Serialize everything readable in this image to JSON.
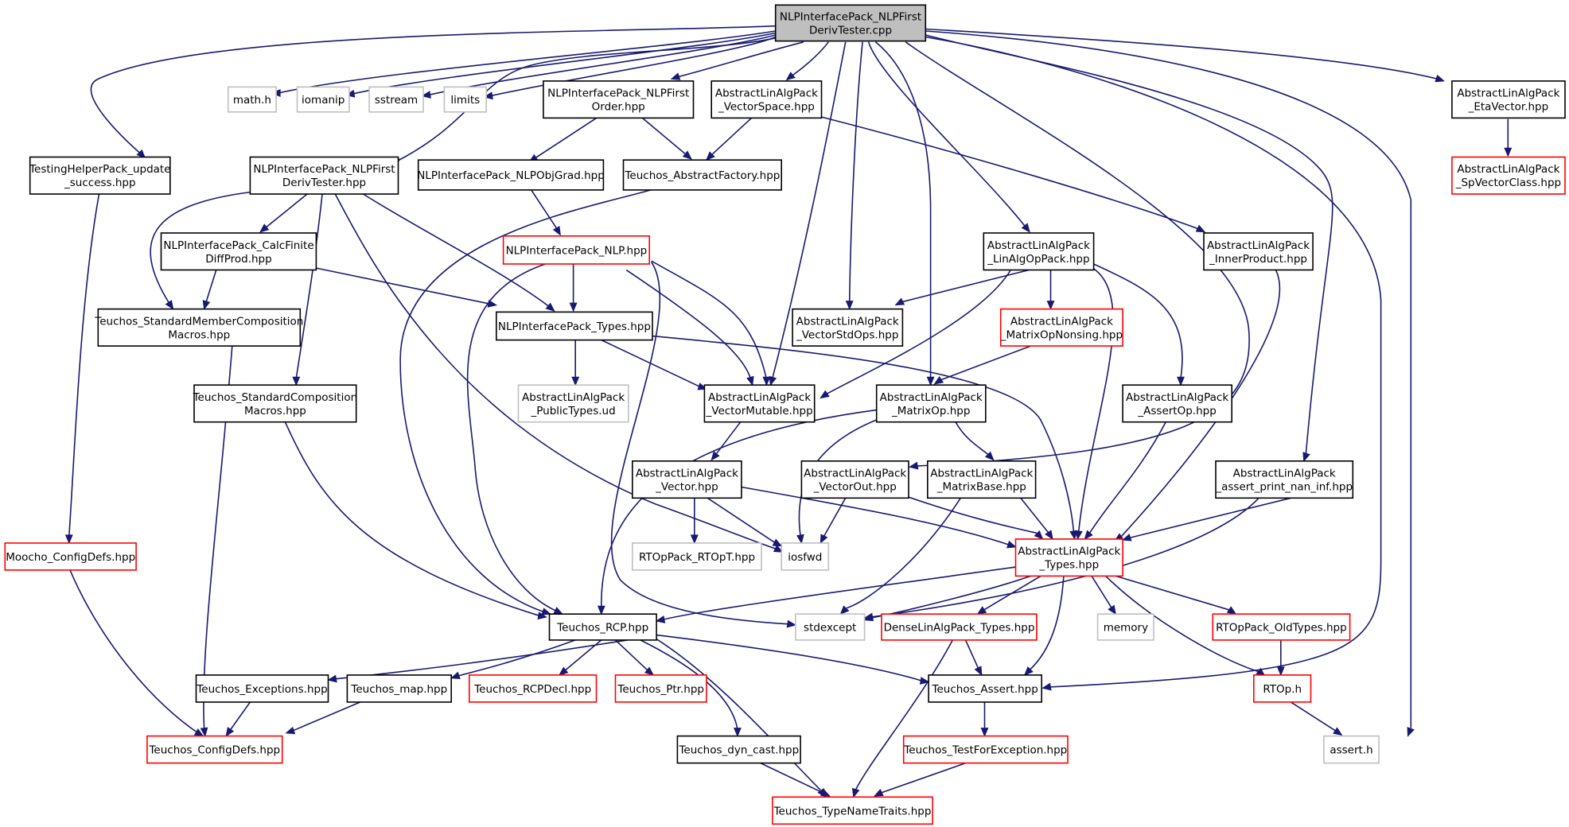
{
  "nodes": {
    "root": {
      "lines": [
        "NLPInterfacePack_NLPFirst",
        "DerivTester.cpp"
      ],
      "style": "root"
    },
    "math": {
      "lines": [
        "math.h"
      ],
      "style": "gray"
    },
    "iomanip": {
      "lines": [
        "iomanip"
      ],
      "style": "gray"
    },
    "sstream": {
      "lines": [
        "sstream"
      ],
      "style": "gray"
    },
    "limits": {
      "lines": [
        "limits"
      ],
      "style": "gray"
    },
    "order": {
      "lines": [
        "NLPInterfacePack_NLPFirst",
        "Order.hpp"
      ],
      "style": "black"
    },
    "vspace": {
      "lines": [
        "AbstractLinAlgPack",
        "_VectorSpace.hpp"
      ],
      "style": "black"
    },
    "eta": {
      "lines": [
        "AbstractLinAlgPack",
        "_EtaVector.hpp"
      ],
      "style": "black"
    },
    "spvec": {
      "lines": [
        "AbstractLinAlgPack",
        "_SpVectorClass.hpp"
      ],
      "style": "red"
    },
    "testing": {
      "lines": [
        "TestingHelperPack_update",
        "_success.hpp"
      ],
      "style": "black"
    },
    "fdt": {
      "lines": [
        "NLPInterfacePack_NLPFirst",
        "DerivTester.hpp"
      ],
      "style": "black"
    },
    "objgrad": {
      "lines": [
        "NLPInterfacePack_NLPObjGrad.hpp"
      ],
      "style": "black"
    },
    "absfact": {
      "lines": [
        "Teuchos_AbstractFactory.hpp"
      ],
      "style": "black"
    },
    "calcfd": {
      "lines": [
        "NLPInterfacePack_CalcFinite",
        "DiffProd.hpp"
      ],
      "style": "black"
    },
    "nlp": {
      "lines": [
        "NLPInterfacePack_NLP.hpp"
      ],
      "style": "red"
    },
    "linalgop": {
      "lines": [
        "AbstractLinAlgPack",
        "_LinAlgOpPack.hpp"
      ],
      "style": "black"
    },
    "inner": {
      "lines": [
        "AbstractLinAlgPack",
        "_InnerProduct.hpp"
      ],
      "style": "black"
    },
    "smcm": {
      "lines": [
        "Teuchos_StandardMemberComposition",
        "Macros.hpp"
      ],
      "style": "black"
    },
    "nlptypes": {
      "lines": [
        "NLPInterfacePack_Types.hpp"
      ],
      "style": "black"
    },
    "vstdops": {
      "lines": [
        "AbstractLinAlgPack",
        "_VectorStdOps.hpp"
      ],
      "style": "black"
    },
    "mopnons": {
      "lines": [
        "AbstractLinAlgPack",
        "_MatrixOpNonsing.hpp"
      ],
      "style": "red"
    },
    "scm": {
      "lines": [
        "Teuchos_StandardComposition",
        "Macros.hpp"
      ],
      "style": "black"
    },
    "pubtypes": {
      "lines": [
        "AbstractLinAlgPack",
        "_PublicTypes.ud"
      ],
      "style": "gray"
    },
    "vmut": {
      "lines": [
        "AbstractLinAlgPack",
        "_VectorMutable.hpp"
      ],
      "style": "black"
    },
    "mop": {
      "lines": [
        "AbstractLinAlgPack",
        "_MatrixOp.hpp"
      ],
      "style": "black"
    },
    "assertop": {
      "lines": [
        "AbstractLinAlgPack",
        "_AssertOp.hpp"
      ],
      "style": "black"
    },
    "vector": {
      "lines": [
        "AbstractLinAlgPack",
        "_Vector.hpp"
      ],
      "style": "black"
    },
    "vout": {
      "lines": [
        "AbstractLinAlgPack",
        "_VectorOut.hpp"
      ],
      "style": "black"
    },
    "mbase": {
      "lines": [
        "AbstractLinAlgPack",
        "_MatrixBase.hpp"
      ],
      "style": "black"
    },
    "apni": {
      "lines": [
        "AbstractLinAlgPack",
        "_assert_print_nan_inf.hpp"
      ],
      "style": "black"
    },
    "moocho": {
      "lines": [
        "Moocho_ConfigDefs.hpp"
      ],
      "style": "red"
    },
    "rtopt": {
      "lines": [
        "RTOpPack_RTOpT.hpp"
      ],
      "style": "gray"
    },
    "iosfwd": {
      "lines": [
        "iosfwd"
      ],
      "style": "gray"
    },
    "altypes": {
      "lines": [
        "AbstractLinAlgPack",
        "_Types.hpp"
      ],
      "style": "red"
    },
    "rcp": {
      "lines": [
        "Teuchos_RCP.hpp"
      ],
      "style": "black"
    },
    "stdexcept": {
      "lines": [
        "stdexcept"
      ],
      "style": "gray"
    },
    "dense": {
      "lines": [
        "DenseLinAlgPack_Types.hpp"
      ],
      "style": "red"
    },
    "memory": {
      "lines": [
        "memory"
      ],
      "style": "gray"
    },
    "oldtypes": {
      "lines": [
        "RTOpPack_OldTypes.hpp"
      ],
      "style": "red"
    },
    "exc": {
      "lines": [
        "Teuchos_Exceptions.hpp"
      ],
      "style": "black"
    },
    "map": {
      "lines": [
        "Teuchos_map.hpp"
      ],
      "style": "black"
    },
    "rcpdecl": {
      "lines": [
        "Teuchos_RCPDecl.hpp"
      ],
      "style": "red"
    },
    "ptr": {
      "lines": [
        "Teuchos_Ptr.hpp"
      ],
      "style": "red"
    },
    "assert": {
      "lines": [
        "Teuchos_Assert.hpp"
      ],
      "style": "black"
    },
    "rtoph": {
      "lines": [
        "RTOp.h"
      ],
      "style": "red"
    },
    "confdefs": {
      "lines": [
        "Teuchos_ConfigDefs.hpp"
      ],
      "style": "red"
    },
    "dyncast": {
      "lines": [
        "Teuchos_dyn_cast.hpp"
      ],
      "style": "black"
    },
    "tfe": {
      "lines": [
        "Teuchos_TestForException.hpp"
      ],
      "style": "red"
    },
    "asserth": {
      "lines": [
        "assert.h"
      ],
      "style": "gray"
    },
    "tnt": {
      "lines": [
        "Teuchos_TypeNameTraits.hpp"
      ],
      "style": "red"
    }
  },
  "colors": {
    "edge": "#191970",
    "red_border": "#ff0000",
    "gray_border": "#bfbfbf",
    "root_fill": "#bfbfbf"
  }
}
